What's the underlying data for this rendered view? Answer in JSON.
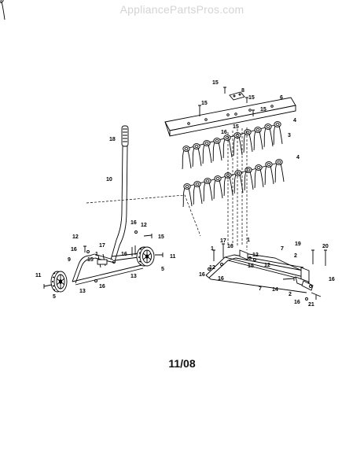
{
  "watermark": "AppliancePartsPros.com",
  "date_code": "11/08",
  "callouts": {
    "c15a": "15",
    "c8": "8",
    "c15b": "15",
    "c6": "6",
    "c15c": "15",
    "c15d": "15",
    "c16a": "16",
    "c15e": "15",
    "c4a": "4",
    "c3": "3",
    "c4b": "4",
    "c18": "18",
    "c10": "10",
    "c16b": "16",
    "c12a": "12",
    "c15f": "15",
    "c12b": "12",
    "c16c": "16",
    "c1a": "1",
    "c17a": "17",
    "c15g": "15",
    "c16d": "16",
    "c11a": "11",
    "c9": "9",
    "c5a": "5",
    "c13a": "13",
    "c11b": "11",
    "c13b": "13",
    "c16e": "16",
    "c5b": "5",
    "c17b": "17",
    "c1b": "1",
    "c1c": "1",
    "c16f": "16",
    "c12c": "12",
    "c12d": "12",
    "c15h": "15",
    "c12e": "12",
    "c16g": "16",
    "c16h": "16",
    "c7a": "7",
    "c7b": "7",
    "c19": "19",
    "c20": "20",
    "c2a": "2",
    "c16i": "16",
    "c14": "14",
    "c2b": "2",
    "c16j": "16",
    "c21": "21"
  }
}
